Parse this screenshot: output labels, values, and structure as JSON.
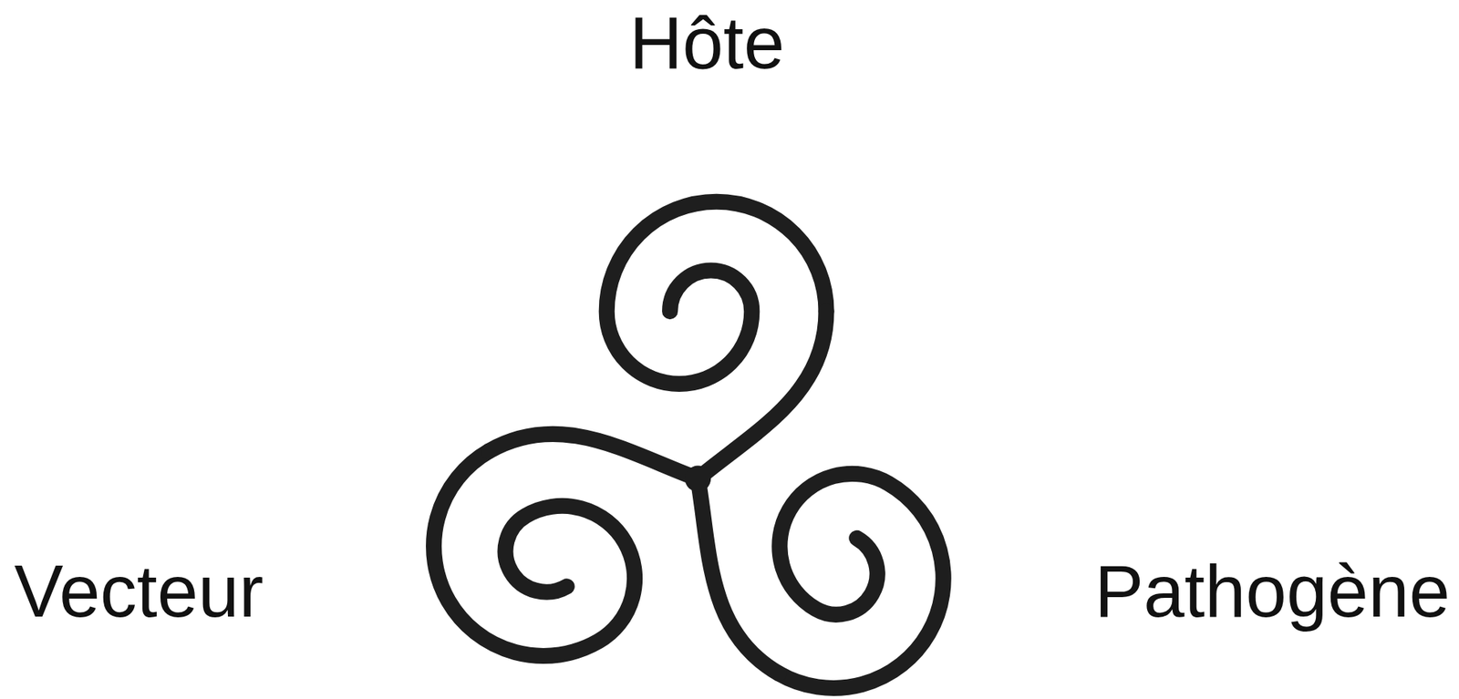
{
  "diagram": {
    "labels": [
      "Hôte",
      "Vecteur",
      "Pathogène"
    ]
  }
}
